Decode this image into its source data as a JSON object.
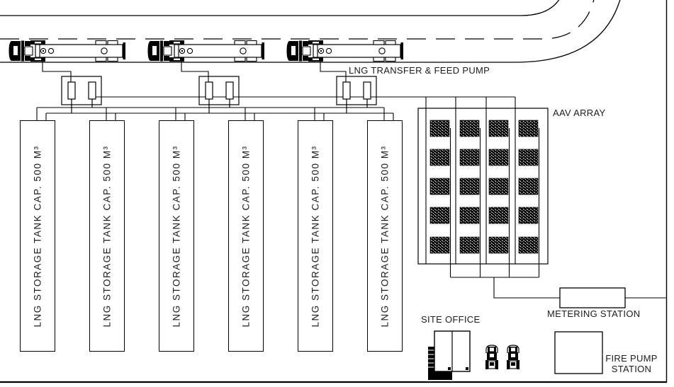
{
  "drawing": {
    "background_color": "#ffffff",
    "line_color": "#000000"
  },
  "labels": {
    "transfer_pump": "LNG TRANSFER & FEED PUMP",
    "aav_array": "AAV ARRAY",
    "metering_station": "METERING STATION",
    "site_office": "SITE OFFICE",
    "fire_pump_station": [
      "FIRE PUMP",
      "STATION"
    ]
  },
  "tanks": {
    "label": "LNG STORAGE TANK CAP. 500 M³",
    "count": 6,
    "capacity_m3_each": "500"
  },
  "trucks": {
    "count": 3
  },
  "aav_array": {
    "rows": 5,
    "columns": 4
  }
}
